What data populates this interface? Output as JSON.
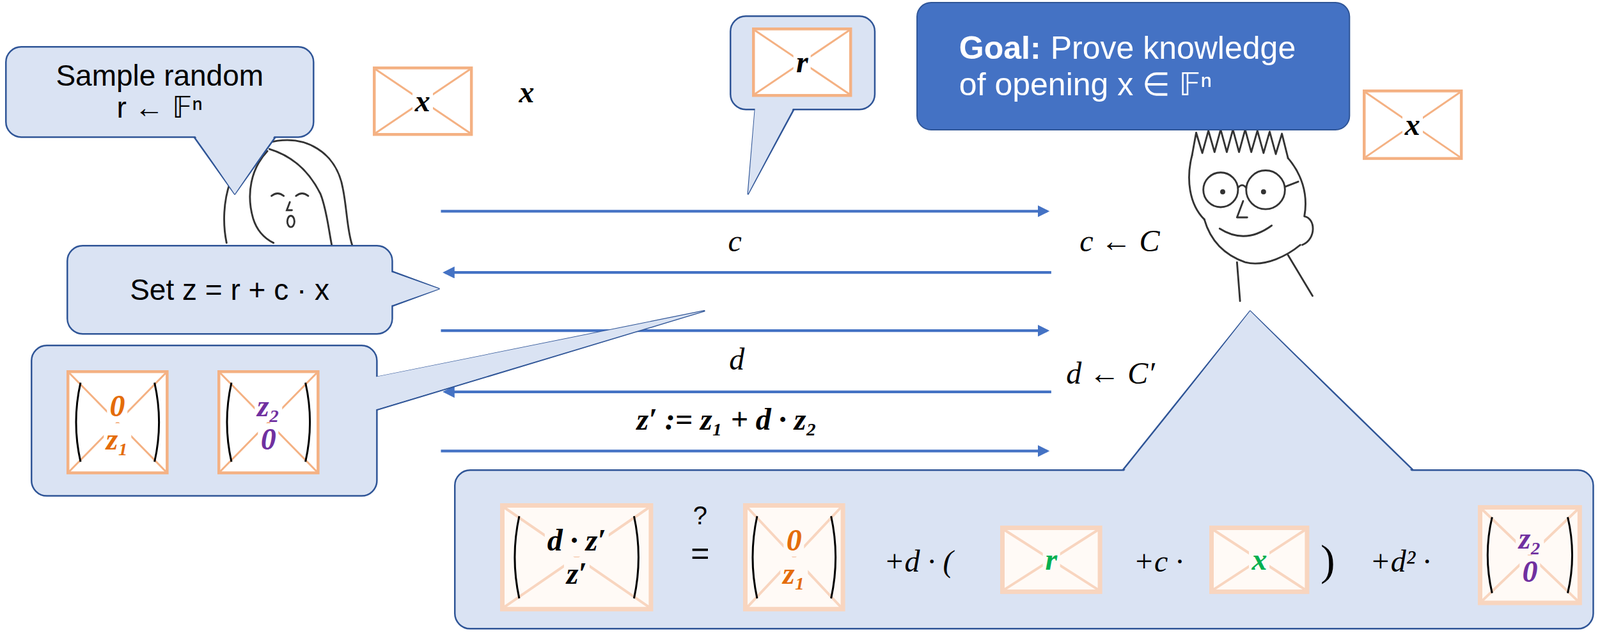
{
  "diagram": {
    "nodes": [
      {
        "text": [
          "Sample random r ← 𝔽ⁿ"
        ]
      },
      {
        "text": [
          "x"
        ]
      },
      {
        "text": []
      },
      {
        "text": [
          "r"
        ],
        "in": 2
      },
      {
        "text": [
          "Goal:",
          "Prove knowledge of opening x ∈ 𝔽ⁿ"
        ]
      },
      {
        "text": [
          "x"
        ]
      },
      {
        "text": [
          "Set z = r + c · x"
        ]
      },
      {
        "text": []
      },
      {
        "text": [
          "0",
          "z₁"
        ],
        "in": 7
      },
      {
        "text": [
          "z₂",
          "0"
        ],
        "in": 7
      },
      {
        "text": [
          "?",
          "=",
          "+d · (",
          "+c ·",
          ")",
          "+d² ·"
        ]
      },
      {
        "text": [
          "d · z′",
          "z′"
        ],
        "in": 10
      },
      {
        "text": [
          "0",
          "z₁"
        ],
        "in": 10
      },
      {
        "text": [
          "r"
        ],
        "in": 10
      },
      {
        "text": [
          "x"
        ],
        "in": 10
      },
      {
        "text": [
          "z₂",
          "0"
        ],
        "in": 10
      }
    ],
    "labels": [
      "x",
      "c",
      "c ← C",
      "d",
      "d ← C′",
      "z′ := z₁ + d · z₂"
    ]
  }
}
